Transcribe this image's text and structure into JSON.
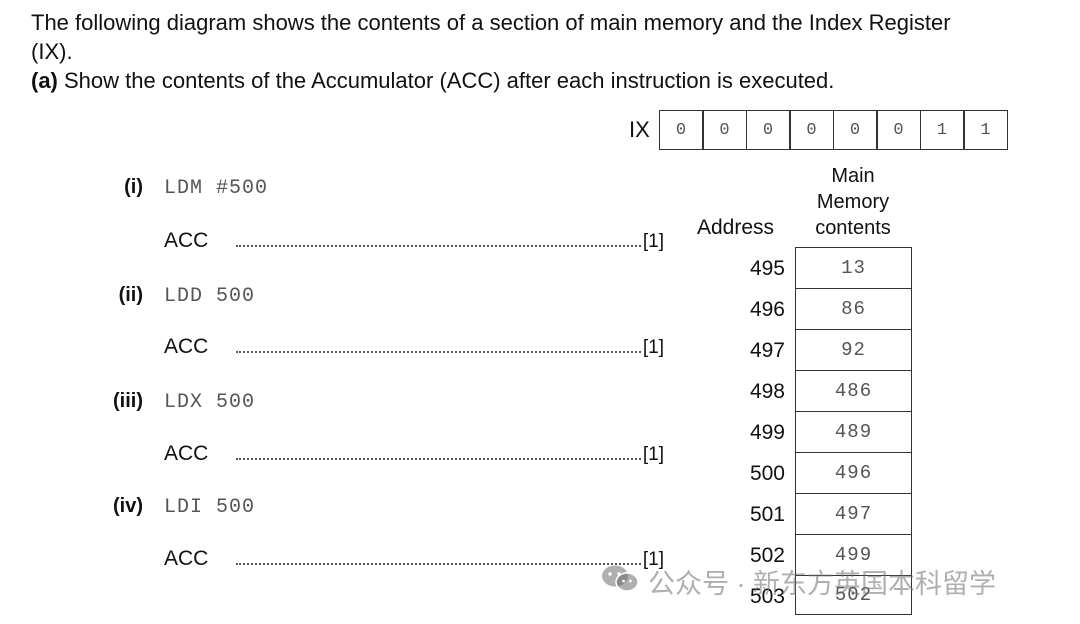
{
  "intro": {
    "line1": "The following diagram shows the contents of a section of main memory and the Index Register",
    "line2": "(IX).",
    "part_label": "(a)",
    "part_text": " Show the contents of the Accumulator (ACC) after each instruction is executed."
  },
  "ix": {
    "label": "IX",
    "bits": [
      "0",
      "0",
      "0",
      "0",
      "0",
      "0",
      "1",
      "1"
    ]
  },
  "questions": [
    {
      "label": "(i)",
      "instruction": "LDM #500",
      "acc_label": "ACC",
      "mark": "[1]"
    },
    {
      "label": "(ii)",
      "instruction": "LDD 500",
      "acc_label": "ACC",
      "mark": "[1]"
    },
    {
      "label": "(iii)",
      "instruction": "LDX 500",
      "acc_label": "ACC",
      "mark": "[1]"
    },
    {
      "label": "(iv)",
      "instruction": "LDI 500",
      "acc_label": "ACC",
      "mark": "[1]"
    }
  ],
  "memory": {
    "header_address": "Address",
    "header_contents_line1": "Main",
    "header_contents_line2": "Memory",
    "header_contents_line3": "contents",
    "rows": [
      {
        "address": "495",
        "value": "13"
      },
      {
        "address": "496",
        "value": "86"
      },
      {
        "address": "497",
        "value": "92"
      },
      {
        "address": "498",
        "value": "486"
      },
      {
        "address": "499",
        "value": "489"
      },
      {
        "address": "500",
        "value": "496"
      },
      {
        "address": "501",
        "value": "497"
      },
      {
        "address": "502",
        "value": "499"
      },
      {
        "address": "503",
        "value": "502"
      }
    ]
  },
  "watermark": {
    "icon": "wechat-icon",
    "text": "公众号 · 新东方英国本科留学"
  }
}
